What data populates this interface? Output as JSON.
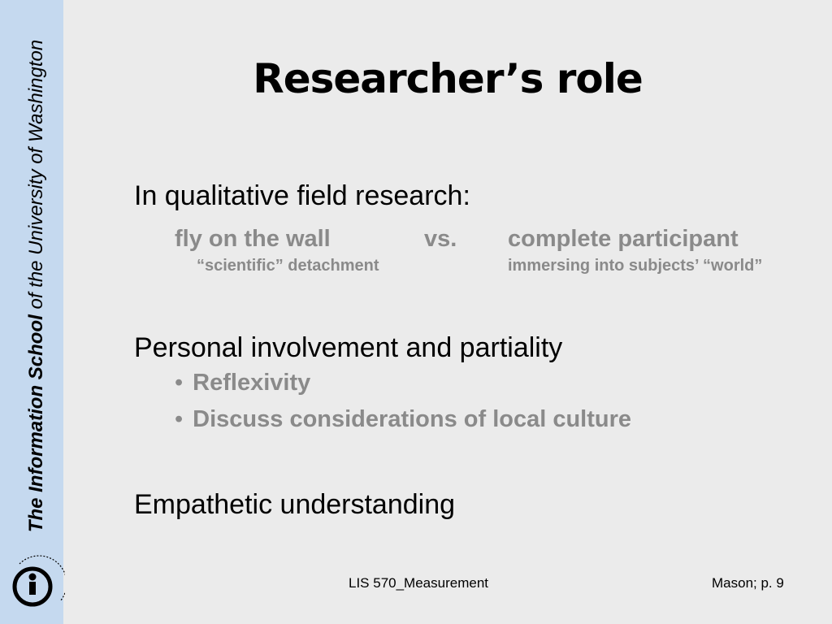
{
  "sidebar": {
    "strong_text": "The Information School",
    "rest_text": " of the University of Washington",
    "logo_icon": "ischool-logo-icon"
  },
  "slide": {
    "title": "Researcher’s role",
    "section1": {
      "heading": "In qualitative field research:",
      "left_term": "fly on the wall",
      "vs": "vs.",
      "right_term": "complete participant",
      "left_desc": "“scientific” detachment",
      "right_desc": "immersing into subjects’ “world”"
    },
    "section2": {
      "heading": "Personal involvement and partiality",
      "bullets": [
        "Reflexivity",
        "Discuss considerations of local culture"
      ]
    },
    "section3": {
      "heading": "Empathetic understanding"
    }
  },
  "footer": {
    "course": "LIS 570_Measurement",
    "source": "Mason; p. 9"
  },
  "colors": {
    "background": "#ebebeb",
    "sidebar": "#c5d9ef",
    "muted_text": "#8a8a8a"
  }
}
